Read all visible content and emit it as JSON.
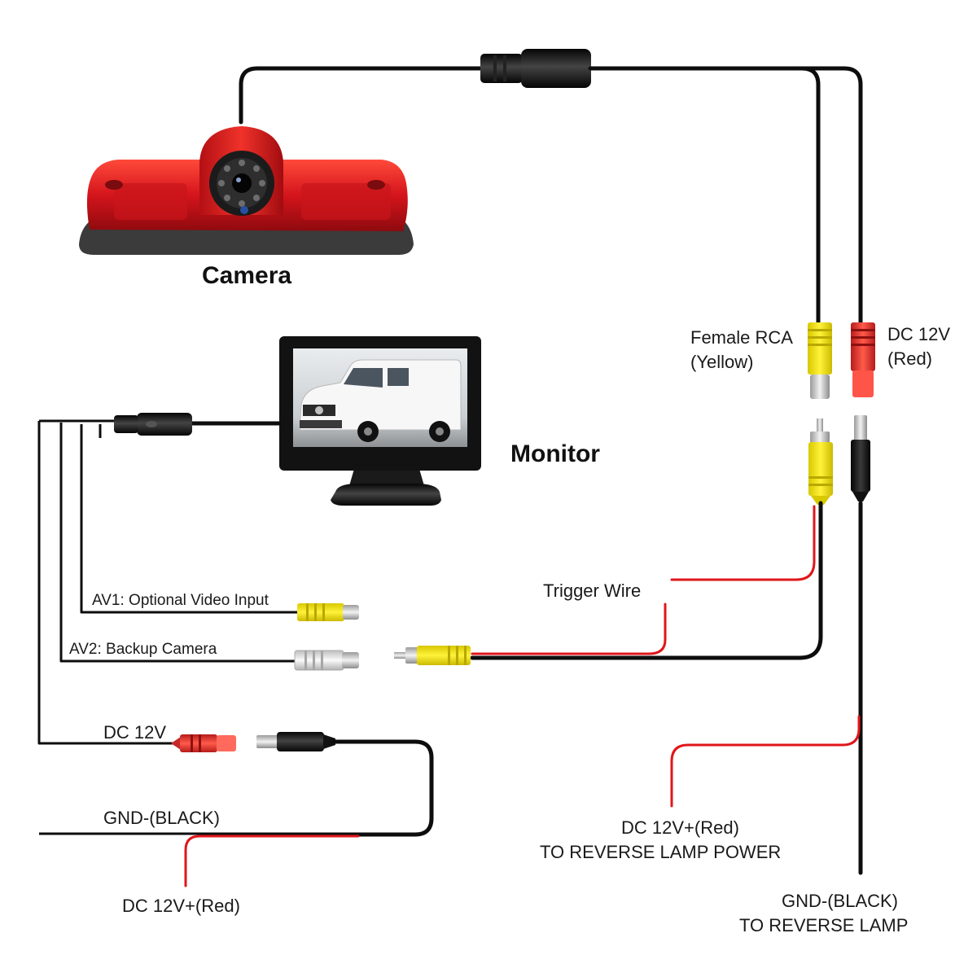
{
  "camera": {
    "label": "Camera"
  },
  "monitor": {
    "label": "Monitor"
  },
  "camera_connections": {
    "female_rca": {
      "line1": "Female RCA",
      "line2": "(Yellow)"
    },
    "dc_power": {
      "line1": "DC 12V",
      "line2": "(Red)"
    }
  },
  "trigger_wire": {
    "label": "Trigger Wire"
  },
  "monitor_inputs": {
    "av1": "AV1: Optional Video Input",
    "av2": "AV2: Backup Camera",
    "dc": "DC 12V",
    "gnd": "GND-(BLACK)",
    "dc_positive": "DC 12V+(Red)"
  },
  "reverse_lamp": {
    "power": {
      "line1": "DC 12V+(Red)",
      "line2": "TO REVERSE LAMP POWER"
    },
    "ground": {
      "line1": "GND-(BLACK)",
      "line2": "TO REVERSE LAMP"
    }
  },
  "colors": {
    "wire_black": "#0d0d0d",
    "wire_red": "#e0161b",
    "rca_yellow": "#f6e61a",
    "connector_red": "#e53935",
    "camera_red": "#d4141c"
  }
}
